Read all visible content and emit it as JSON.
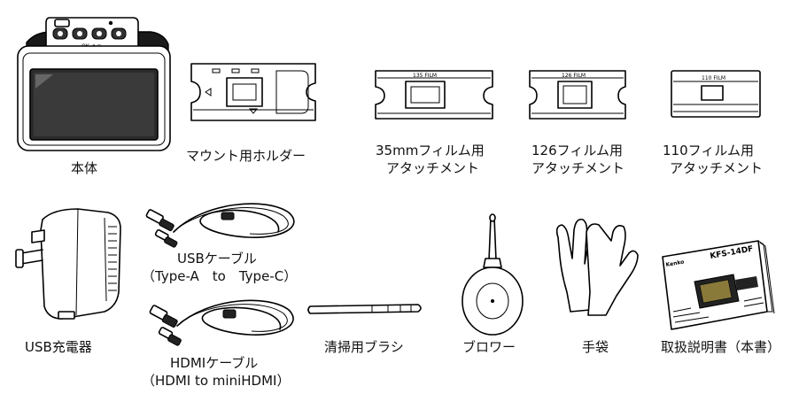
{
  "items": {
    "main_unit": "本体",
    "mount_holder": "マウント用ホルダー",
    "film35_line1": "35mmフィルム用",
    "film35_line2": "アタッチメント",
    "film126_line1": "126フィルム用",
    "film126_line2": "アタッチメント",
    "film110_line1": "110フィルム用",
    "film110_line2": "アタッチメント",
    "usb_charger": "USB充電器",
    "usb_cable_line1": "USBケーブル",
    "usb_cable_line2": "（Type-A　to　Type-C）",
    "hdmi_cable_line1": "HDMIケーブル",
    "hdmi_cable_line2": "（HDMI to miniHDMI）",
    "cleaning_brush": "清掃用ブラシ",
    "blower": "ブロワー",
    "gloves": "手袋",
    "manual": "取扱説明書（本書）"
  },
  "imprints": {
    "film35_tab": "135 FILM",
    "film126_tab": "126 FILM",
    "film110_tab": "110 FILM",
    "unit_button_text": "OK ⬈ ⊙",
    "manual_brand": "Kenko",
    "manual_model": "KFS-14DF"
  },
  "icons": {
    "main_unit": "scanner-device-icon",
    "mount_holder": "slide-mount-holder-icon",
    "film35": "film-attachment-35-icon",
    "film126": "film-attachment-126-icon",
    "film110": "film-attachment-110-icon",
    "usb_charger": "ac-adapter-icon",
    "usb_cable": "usb-cable-icon",
    "hdmi_cable": "hdmi-cable-icon",
    "cleaning_brush": "cleaning-brush-icon",
    "blower": "air-blower-icon",
    "gloves": "gloves-icon",
    "manual": "manual-booklet-icon"
  }
}
